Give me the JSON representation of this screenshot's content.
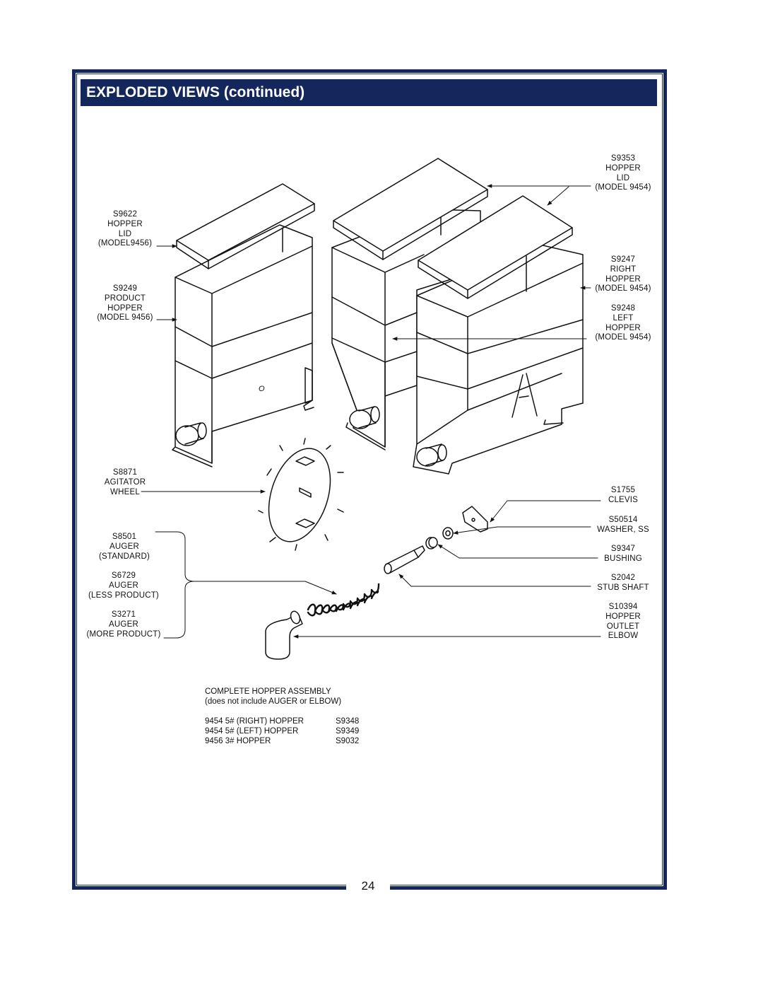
{
  "header": {
    "title": "EXPLODED VIEWS (continued)"
  },
  "page_number": "24",
  "labels": {
    "s9353": [
      "S9353",
      "HOPPER",
      "LID",
      "(MODEL 9454)"
    ],
    "s9622": [
      "S9622",
      "HOPPER",
      "LID",
      "(MODEL9456)"
    ],
    "s9249": [
      "S9249",
      "PRODUCT",
      "HOPPER",
      "(MODEL 9456)"
    ],
    "s9247": [
      "S9247",
      "RIGHT",
      "HOPPER",
      "(MODEL 9454)"
    ],
    "s9248": [
      "S9248",
      "LEFT",
      "HOPPER",
      "(MODEL 9454)"
    ],
    "s8871": [
      "S8871",
      "AGITATOR",
      "WHEEL"
    ],
    "s1755": [
      "S1755",
      "CLEVIS"
    ],
    "s50514": [
      "S50514",
      "WASHER, SS"
    ],
    "s9347": [
      "S9347",
      "BUSHING"
    ],
    "s2042": [
      "S2042",
      "STUB SHAFT"
    ],
    "s10394": [
      "S10394",
      "HOPPER",
      "OUTLET",
      "ELBOW"
    ],
    "s8501": [
      "S8501",
      "AUGER",
      "(STANDARD)"
    ],
    "s6729": [
      "S6729",
      "AUGER",
      "(LESS PRODUCT)"
    ],
    "s3271": [
      "S3271",
      "AUGER",
      "(MORE PRODUCT)"
    ]
  },
  "assembly": {
    "title": "COMPLETE  HOPPER  ASSEMBLY",
    "note": "(does not include AUGER or ELBOW)",
    "rows": [
      {
        "model": "9454 5# (RIGHT) HOPPER",
        "part": "S9348"
      },
      {
        "model": "9454 5# (LEFT) HOPPER",
        "part": "S9349"
      },
      {
        "model": "9456 3# HOPPER",
        "part": "S9032"
      }
    ]
  },
  "diagram_glyph": "O"
}
